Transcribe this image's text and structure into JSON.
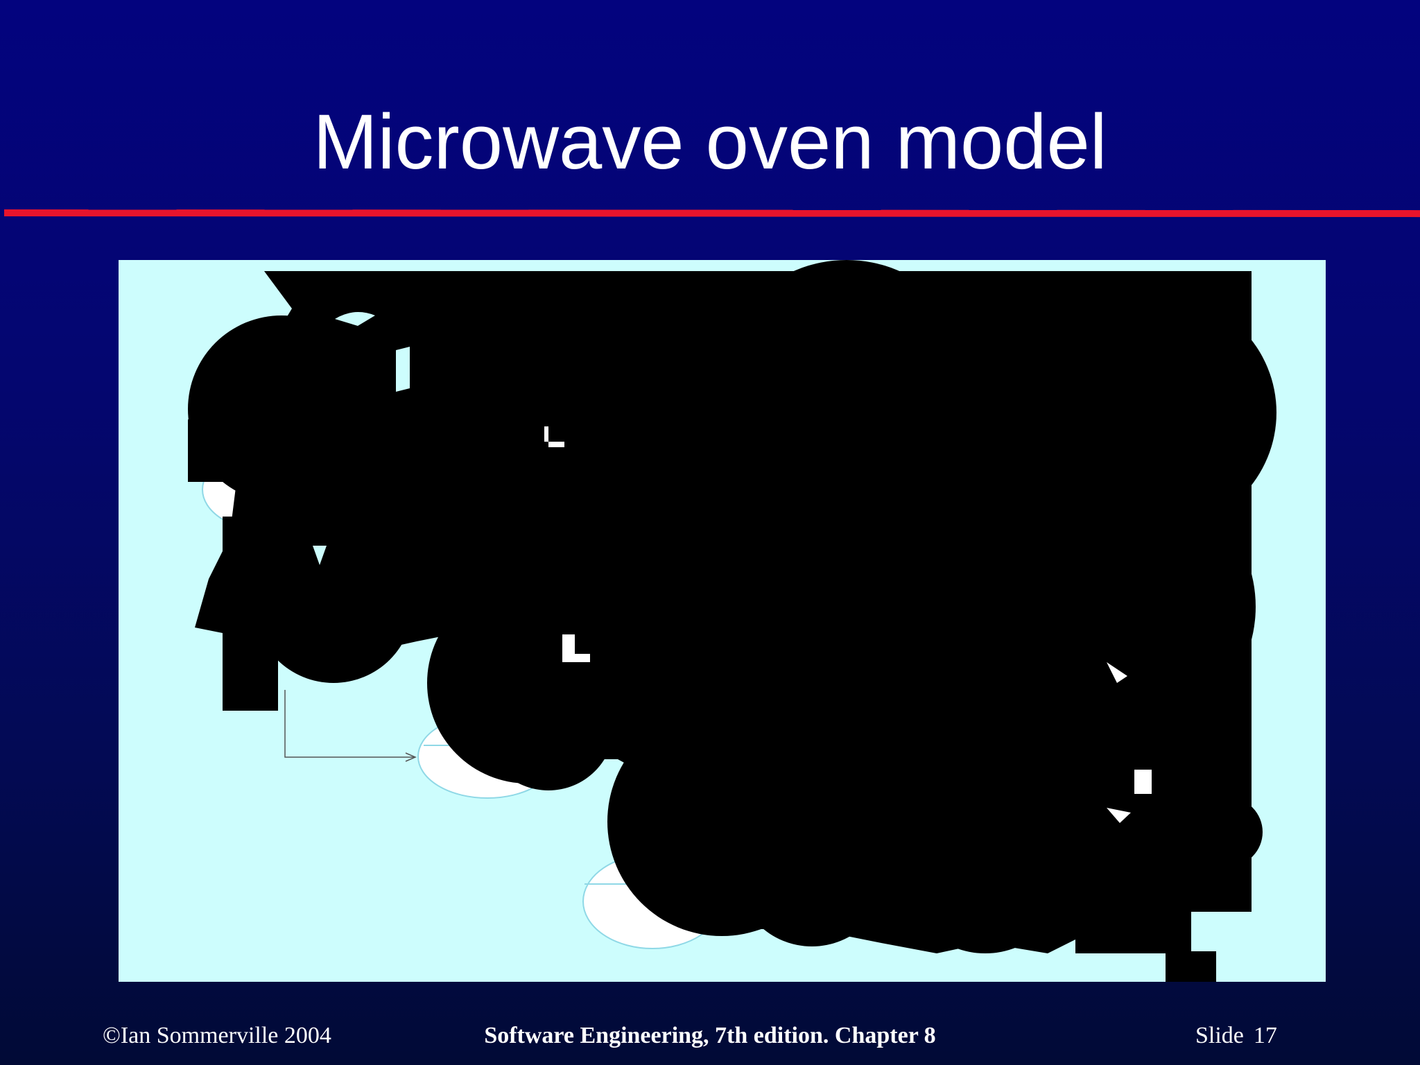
{
  "slide": {
    "title": "Microwave oven model"
  },
  "footer": {
    "copyright": "©Ian Sommerville 2004",
    "book": "Software Engineering, 7th edition. Chapter 8",
    "slide_label": "Slide",
    "slide_number": "17"
  },
  "colors": {
    "background_top": "#03037e",
    "background_bottom": "#010a36",
    "title_rule": "#e8142c",
    "diagram_background": "#cdfdfd",
    "diagram_occlusion": "#000000",
    "state_fill": "#ffffff"
  }
}
